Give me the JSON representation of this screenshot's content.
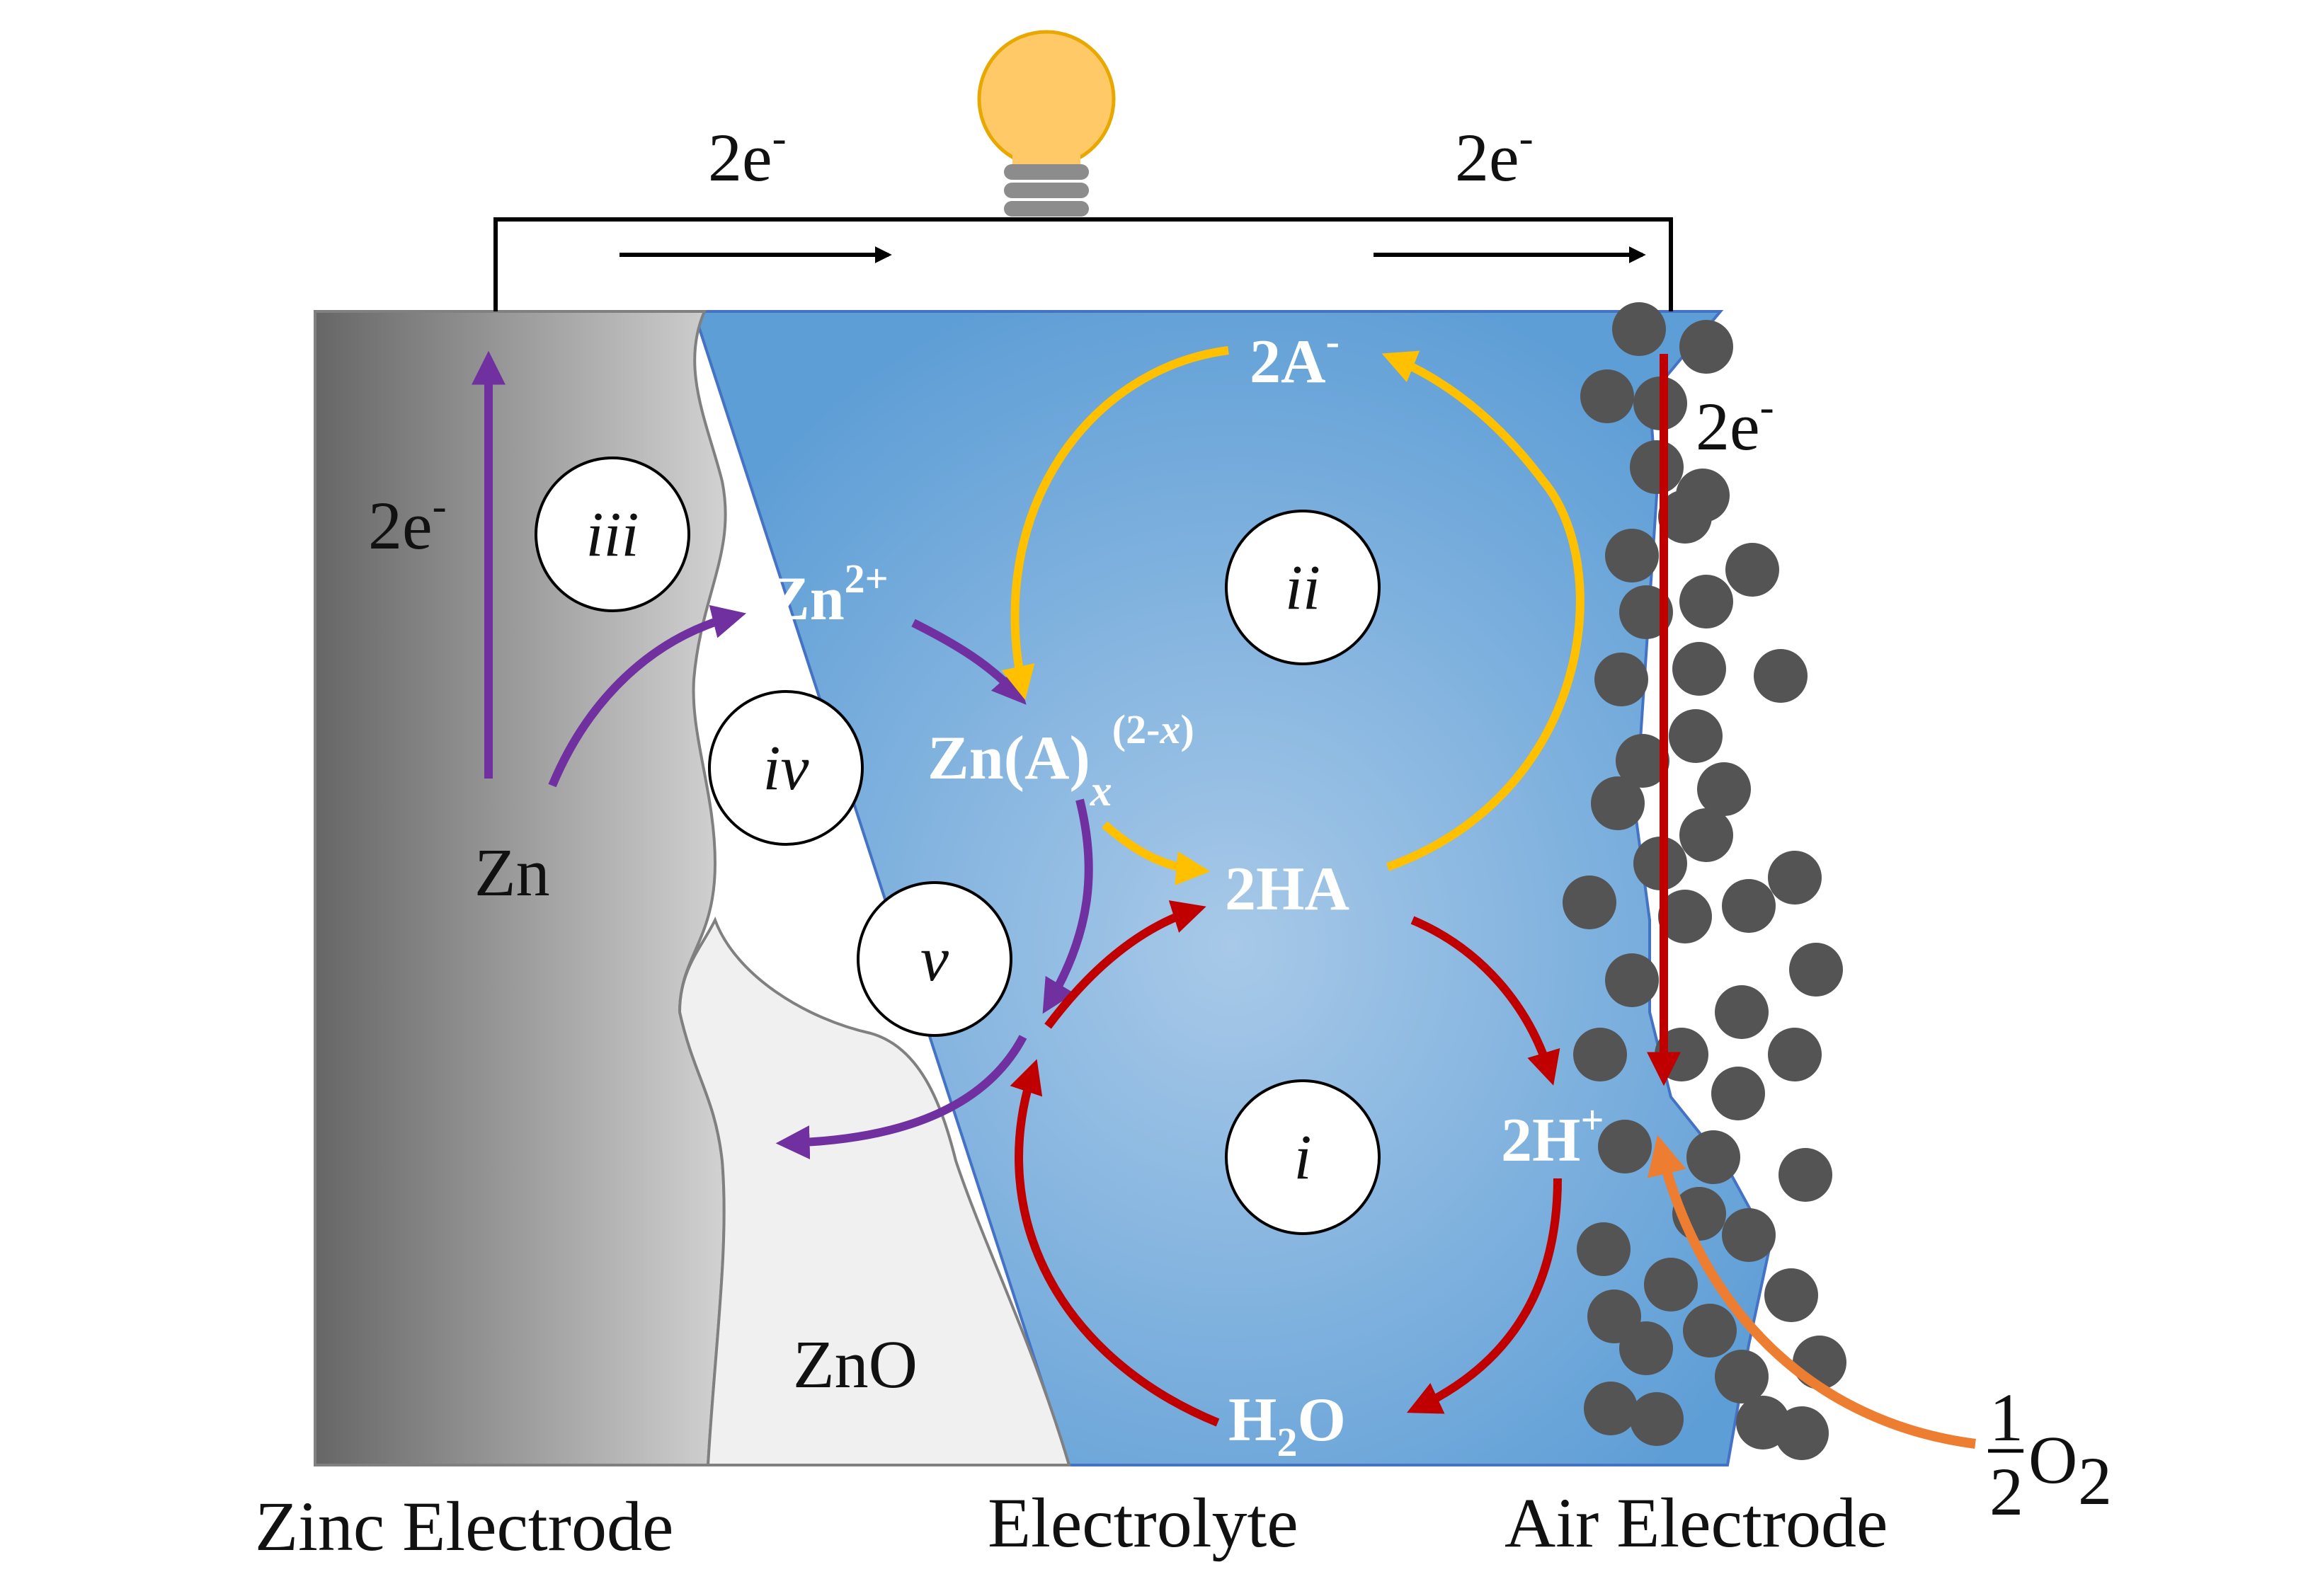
{
  "labels": {
    "zinc_electrode": "Zinc Electrode",
    "electrolyte": "Electrolyte",
    "air_electrode": "Air Electrode",
    "zn": "Zn",
    "zno": "ZnO",
    "zn2": "Zn",
    "zn2_sup": "2+",
    "znax_main": "Zn(A)",
    "znax_sub": "x",
    "znax_sup_a": "(2-",
    "znax_sup_x": "x",
    "znax_sup_b": ")",
    "two_a": "2A",
    "two_a_sup": "-",
    "two_ha": "2HA",
    "two_hplus": "2H",
    "two_hplus_sup": "+",
    "h2o_h": "H",
    "h2o_sub": "2",
    "h2o_o": "O",
    "electron_left": "2e",
    "electron_right": "2e",
    "electron_zinc": "2e",
    "electron_air": "2e",
    "electron_sup": "-",
    "oxygen_num": "1",
    "oxygen_den": "2",
    "oxygen_o": "O",
    "oxygen_sub": "2"
  },
  "steps": {
    "i": "i",
    "ii": "ii",
    "iii": "iii",
    "iv": "iv",
    "v": "v"
  },
  "colors": {
    "electrolyte": "#5f9fd7",
    "zinc_dark": "#6a6a6a",
    "zinc_light": "#cdcdcd",
    "zno": "#f0f0f0",
    "carbon": "#545454",
    "purple": "#7030a0",
    "red": "#c00000",
    "yellow": "#ffc000",
    "orange": "#ed7d31",
    "bulb": "#ffc967"
  },
  "icons": {
    "bulb": "light-bulb-icon"
  }
}
